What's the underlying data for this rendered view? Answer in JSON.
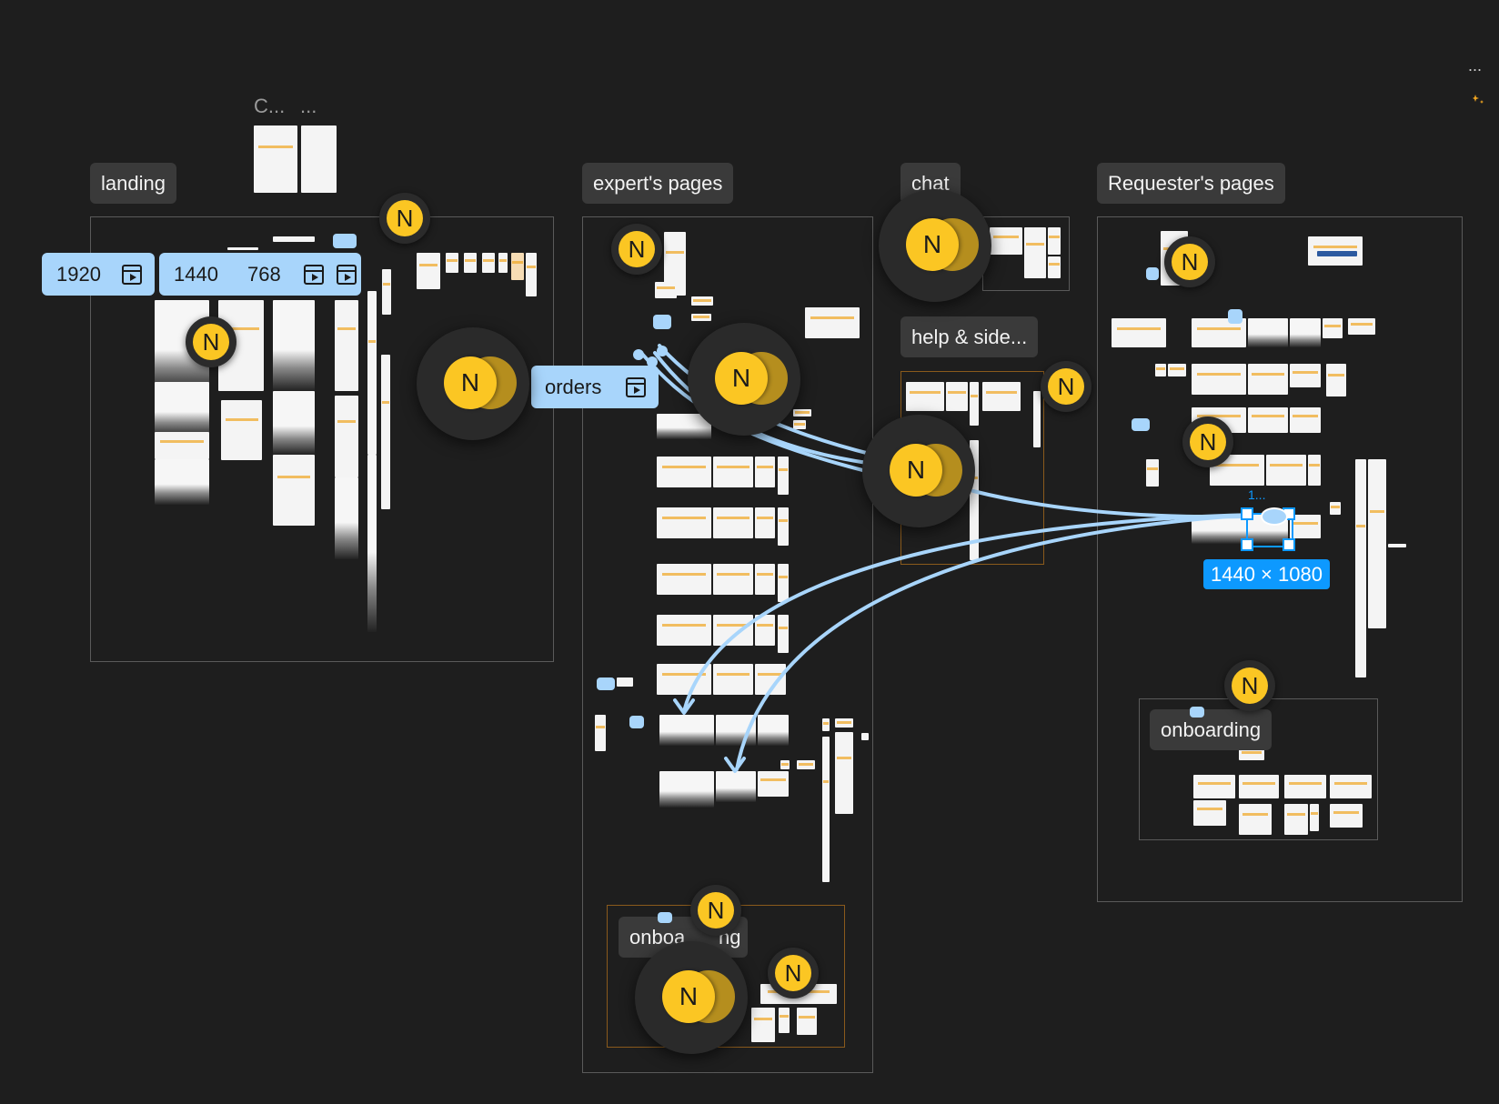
{
  "sections": {
    "landing": "landing",
    "experts_pages": "expert's pages",
    "chat": "chat",
    "help_side": "help & side...",
    "requesters_pages": "Requester's pages",
    "onboarding_requester": "onboarding",
    "onboarding_expert_a": "onboa",
    "onboarding_expert_b": "ng"
  },
  "faded_labels": {
    "c": "C...",
    "dots": "..."
  },
  "prototype_tags": {
    "w1920": "1920",
    "w1440": "1440",
    "w768": "768",
    "orders": "orders"
  },
  "selection": {
    "size": "1440 × 1080",
    "layer_hint": "1..."
  },
  "avatar_initial": "N",
  "menu": {
    "more": "..."
  },
  "colors": {
    "canvas": "#1e1e1e",
    "accent_yellow": "#fbc623",
    "selection_blue": "#0d99ff",
    "prototype_blue": "#a8d5fb"
  }
}
